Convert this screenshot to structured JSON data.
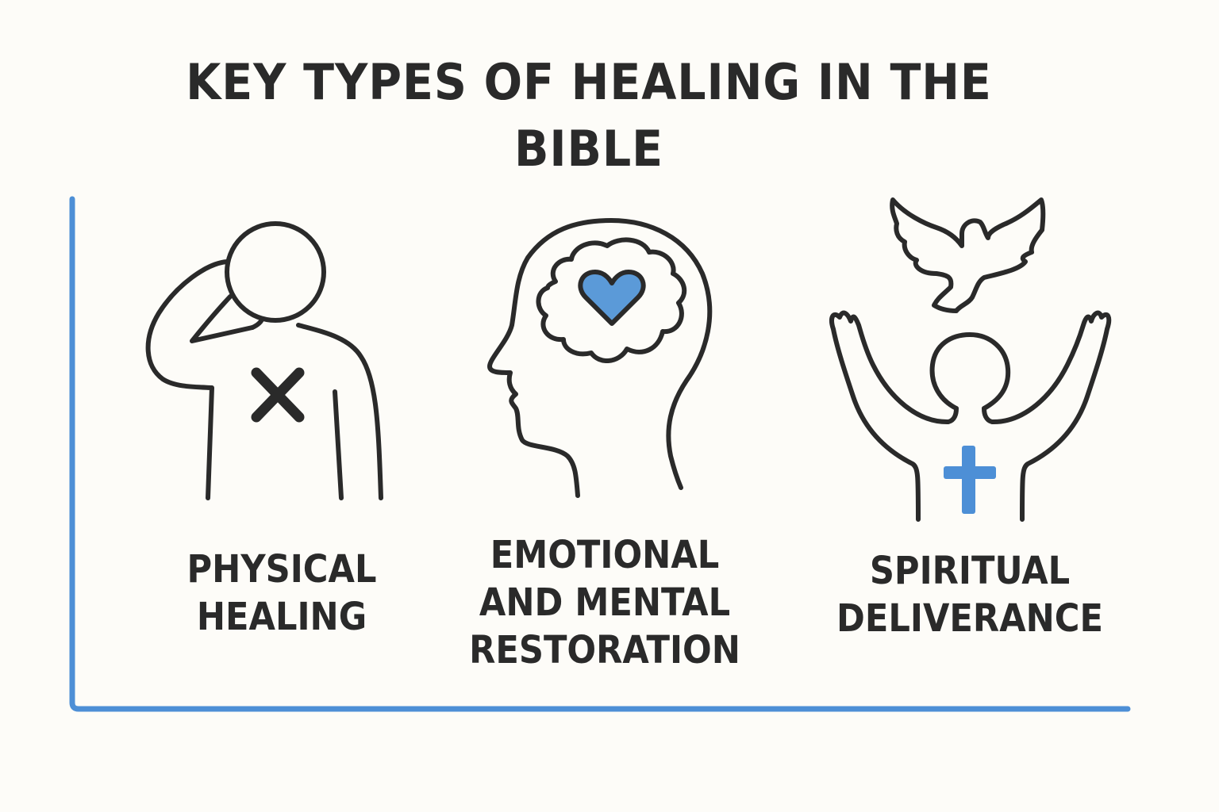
{
  "title": {
    "line1": "KEY TYPES OF HEALING IN THE",
    "line2": "BIBLE"
  },
  "colors": {
    "background": "#fdfcf8",
    "ink": "#2a2a2a",
    "accent_blue": "#4d8fd6"
  },
  "items": [
    {
      "icon": "person-hand-on-head-x-icon",
      "label_lines": [
        "PHYSICAL",
        "HEALING"
      ]
    },
    {
      "icon": "head-brain-heart-icon",
      "label_lines": [
        "EMOTIONAL",
        "AND MENTAL",
        "RESTORATION"
      ]
    },
    {
      "icon": "dove-raised-arms-cross-icon",
      "label_lines": [
        "SPIRITUAL",
        "DELIVERANCE"
      ]
    }
  ]
}
